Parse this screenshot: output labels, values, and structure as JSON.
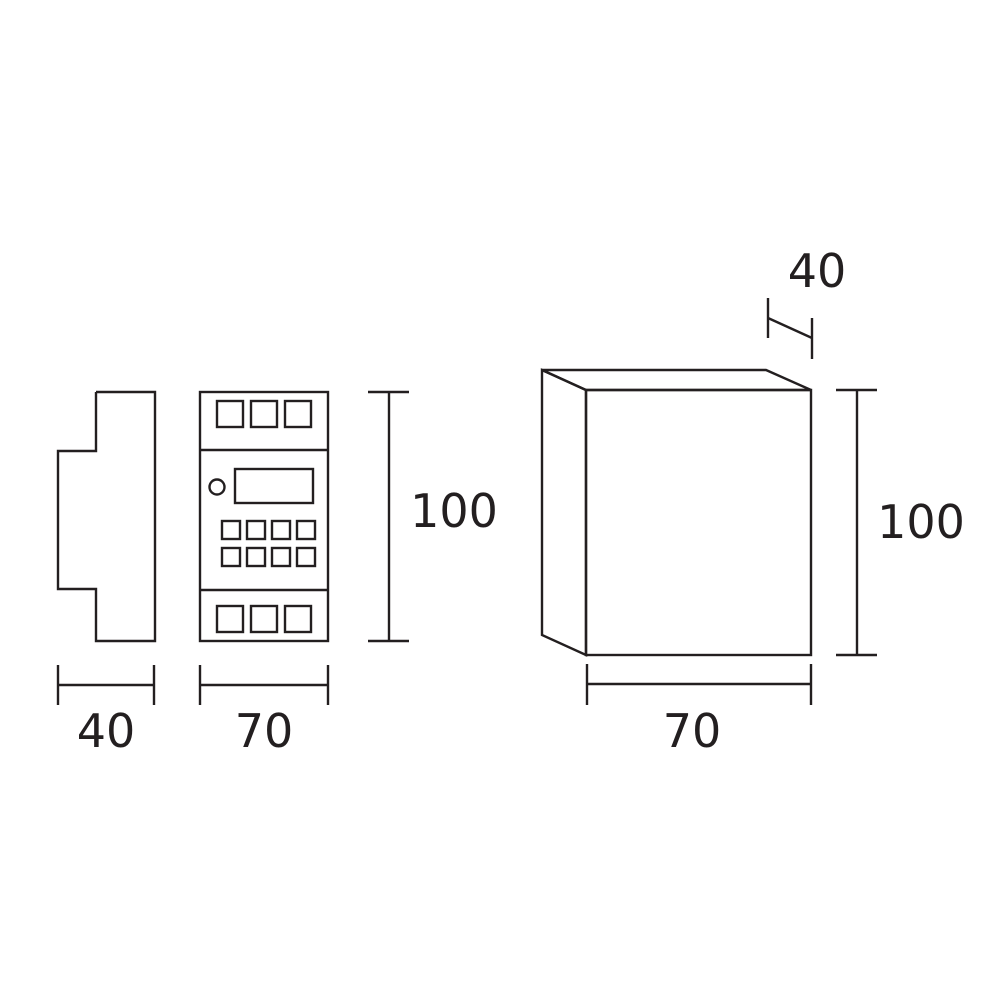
{
  "colors": {
    "line": "#231f20",
    "background": "#ffffff"
  },
  "side_view": {
    "width_label": "40"
  },
  "front_view": {
    "width_label": "70",
    "height_label": "100"
  },
  "box_view": {
    "depth_label": "40",
    "width_label": "70",
    "height_label": "100"
  }
}
